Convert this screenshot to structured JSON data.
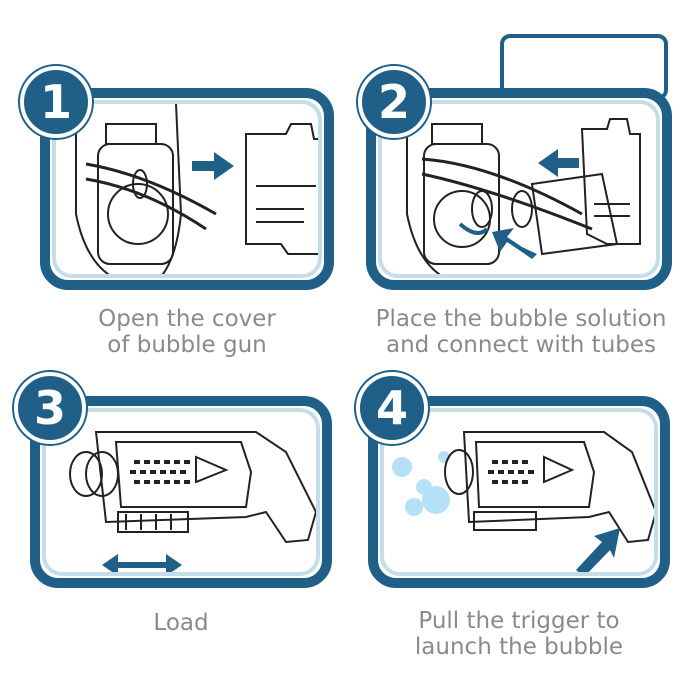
{
  "steps": [
    {
      "number": "1",
      "caption_line1": "Open the cover",
      "caption_line2": "of bubble gun"
    },
    {
      "number": "2",
      "caption_line1": "Place the bubble solution",
      "caption_line2": "and connect with tubes"
    },
    {
      "number": "3",
      "caption_line1": "Load",
      "caption_line2": ""
    },
    {
      "number": "4",
      "caption_line1": "Pull the trigger to",
      "caption_line2": "launch the bubble"
    }
  ],
  "colors": {
    "frame": "#1f5f88",
    "frame_light": "#c5dde9",
    "caption": "#8a8a8a",
    "bubble": "#a9dcf5"
  },
  "icons": [
    "arrow-right-icon",
    "arrow-left-icon",
    "double-arrow-icon",
    "trigger-arrow-icon"
  ]
}
